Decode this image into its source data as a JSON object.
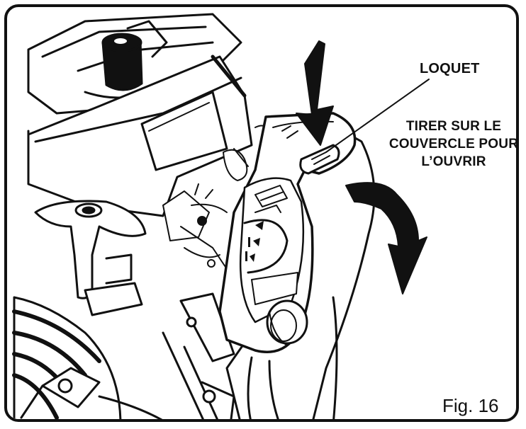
{
  "labels": {
    "latch": "LOQUET",
    "pull_cover": "TIRER SUR LE COUVERCLE POUR L’OUVRIR"
  },
  "figure": {
    "number": "Fig. 16"
  },
  "icons": [
    "engine-illustration",
    "push-down-arrow-icon",
    "rotate-open-arrow-icon",
    "control-panel-cover",
    "starter-handle",
    "choke-knob"
  ],
  "colors": {
    "ink": "#111111",
    "paper": "#ffffff"
  }
}
